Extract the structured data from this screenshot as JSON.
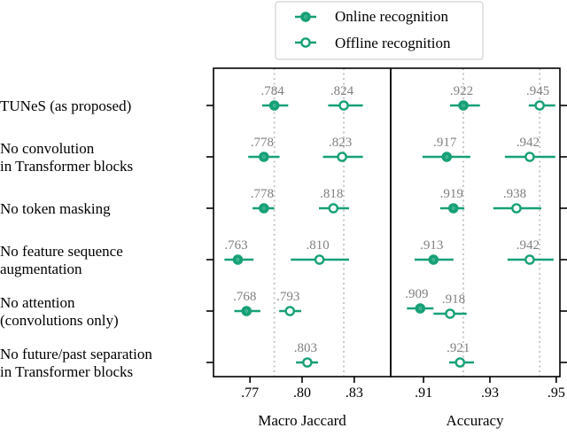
{
  "chart_data": {
    "type": "dot-interval",
    "legend": {
      "placement": "top",
      "entries": [
        {
          "name": "Online recognition",
          "marker": "filled-circle"
        },
        {
          "name": "Offline recognition",
          "marker": "hollow-circle"
        }
      ]
    },
    "color": "#17a077",
    "value_label_color": "#808080",
    "categories": [
      [
        "TUNeS (as proposed)"
      ],
      [
        "No convolution",
        "in Transformer blocks"
      ],
      [
        "No token masking"
      ],
      [
        "No feature sequence",
        "augmentation"
      ],
      [
        "No attention",
        "(convolutions only)"
      ],
      [
        "No future/past separation",
        "in Transformer blocks"
      ]
    ],
    "panels": [
      {
        "xlabel": "Macro Jaccard",
        "xlim": [
          0.749,
          0.851
        ],
        "xticks": [
          0.77,
          0.8,
          0.83
        ],
        "xtick_labels": [
          ".77",
          ".80",
          ".83"
        ],
        "reference_lines": [
          0.784,
          0.824
        ],
        "series": [
          {
            "name": "Online recognition",
            "points": [
              {
                "value": 0.784,
                "label": ".784",
                "ci": [
                  0.777,
                  0.792
                ]
              },
              {
                "value": 0.778,
                "label": ".778",
                "ci": [
                  0.769,
                  0.787
                ]
              },
              {
                "value": 0.778,
                "label": ".778",
                "ci": [
                  0.7715,
                  0.784
                ]
              },
              {
                "value": 0.763,
                "label": ".763",
                "ci": [
                  0.7553,
                  0.772
                ]
              },
              {
                "value": 0.768,
                "label": ".768",
                "ci": [
                  0.761,
                  0.776
                ]
              },
              null
            ]
          },
          {
            "name": "Offline recognition",
            "points": [
              {
                "value": 0.824,
                "label": ".824",
                "ci": [
                  0.815,
                  0.835
                ]
              },
              {
                "value": 0.823,
                "label": ".823",
                "ci": [
                  0.812,
                  0.835
                ]
              },
              {
                "value": 0.818,
                "label": ".818",
                "ci": [
                  0.8097,
                  0.827
                ]
              },
              {
                "value": 0.81,
                "label": ".810",
                "ci": [
                  0.7935,
                  0.827
                ]
              },
              {
                "value": 0.793,
                "label": ".793",
                "ci": [
                  0.7868,
                  0.7995
                ]
              },
              {
                "value": 0.803,
                "label": ".803",
                "ci": [
                  0.7965,
                  0.8092
                ]
              }
            ]
          }
        ]
      },
      {
        "xlabel": "Accuracy",
        "xlim": [
          0.9001,
          0.9511
        ],
        "xticks": [
          0.91,
          0.93,
          0.95
        ],
        "xtick_labels": [
          ".91",
          ".93",
          ".95"
        ],
        "reference_lines": [
          0.922,
          0.945
        ],
        "series": [
          {
            "name": "Online recognition",
            "points": [
              {
                "value": 0.922,
                "label": ".922",
                "ci": [
                  0.918,
                  0.927
                ]
              },
              {
                "value": 0.917,
                "label": ".917",
                "ci": [
                  0.9097,
                  0.9241
                ]
              },
              {
                "value": 0.919,
                "label": ".919",
                "ci": [
                  0.915,
                  0.9223
                ]
              },
              {
                "value": 0.913,
                "label": ".913",
                "ci": [
                  0.9073,
                  0.919
                ]
              },
              {
                "value": 0.909,
                "label": ".909",
                "ci": [
                  0.905,
                  0.913
                ]
              },
              null
            ]
          },
          {
            "name": "Offline recognition",
            "points": [
              {
                "value": 0.945,
                "label": ".945",
                "ci": [
                  0.9417,
                  0.9497
                ]
              },
              {
                "value": 0.942,
                "label": ".942",
                "ci": [
                  0.9345,
                  0.9497
                ]
              },
              {
                "value": 0.938,
                "label": ".938",
                "ci": [
                  0.931,
                  0.9455
                ]
              },
              {
                "value": 0.942,
                "label": ".942",
                "ci": [
                  0.9353,
                  0.9492
                ]
              },
              {
                "value": 0.918,
                "label": ".918",
                "ci": [
                  0.913,
                  0.923
                ]
              },
              {
                "value": 0.921,
                "label": ".921",
                "ci": [
                  0.9177,
                  0.9252
                ]
              }
            ]
          }
        ]
      }
    ]
  }
}
